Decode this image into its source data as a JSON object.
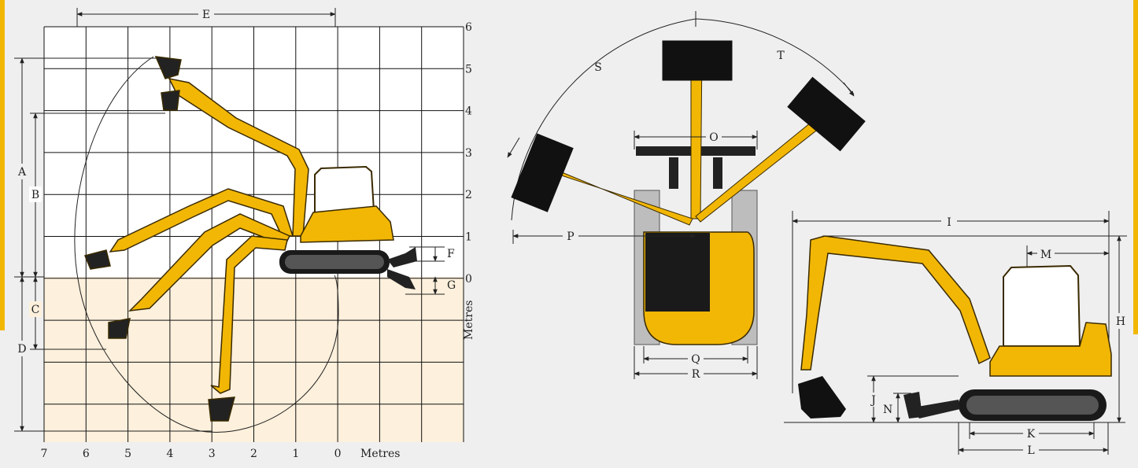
{
  "colors": {
    "page_background": "#ffffff",
    "panel_background": "#efefef",
    "accent_bar": "#f2b705",
    "below_ground_fill": "#fdf0dc",
    "machine_yellow": "#f2b705",
    "machine_outline": "#3a2a00",
    "grid_line": "#111111",
    "track_dark": "#1a1a1a"
  },
  "side_chart": {
    "right_axis_ticks": [
      "6",
      "5",
      "4",
      "3",
      "2",
      "1",
      "0"
    ],
    "bottom_axis_ticks": [
      "7",
      "6",
      "5",
      "4",
      "3",
      "2",
      "1",
      "0"
    ],
    "right_axis_unit": "Metres",
    "bottom_axis_unit": "Metres",
    "dimension_labels": {
      "E": "E",
      "A": "A",
      "B": "B",
      "C": "C",
      "D": "D",
      "F": "F",
      "G": "G"
    }
  },
  "top_view": {
    "dimension_labels": {
      "S": "S",
      "T": "T",
      "O": "O",
      "P": "P",
      "Q": "Q",
      "R": "R"
    }
  },
  "front_view": {
    "dimension_labels": {
      "I": "I",
      "M": "M",
      "H": "H",
      "J": "J",
      "N": "N",
      "K": "K",
      "L": "L"
    }
  }
}
